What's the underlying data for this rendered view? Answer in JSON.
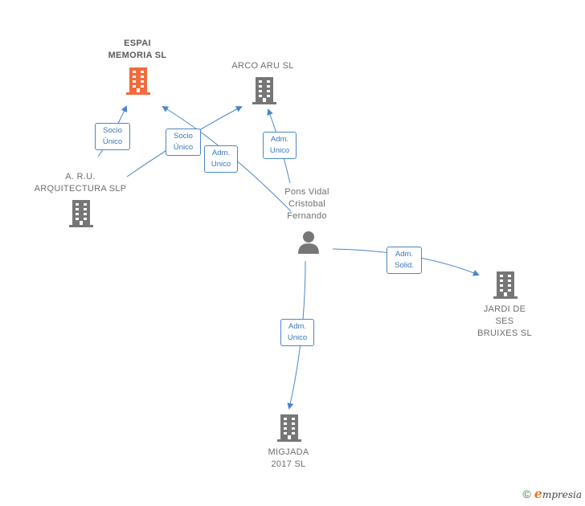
{
  "colors": {
    "accent": "#f26a3d",
    "building": "#767676",
    "edge": "#4a86c8",
    "label": "#6d6d6d"
  },
  "nodes": {
    "espai": {
      "label": "ESPAI\nMEMORIA  SL",
      "icon": "building-icon"
    },
    "arco": {
      "label": "ARCO ARU SL",
      "icon": "building-icon"
    },
    "aru": {
      "label": "A. R.U.\nARQUITECTURA SLP",
      "icon": "building-icon"
    },
    "pons": {
      "label": "Pons Vidal\nCristobal\nFernando",
      "icon": "person-icon"
    },
    "jardi": {
      "label": "JARDI DE\nSES\nBRUIXES SL",
      "icon": "building-icon"
    },
    "migjada": {
      "label": "MIGJADA\n2017  SL",
      "icon": "building-icon"
    }
  },
  "edges": {
    "aru_espai": "Socio\nÚnico",
    "aru_arco": "Socio\nÚnico",
    "pons_espai": "Adm.\nUnico",
    "pons_arco": "Adm.\nUnico",
    "pons_jardi": "Adm.\nSolid.",
    "pons_migjada": "Adm.\nUnico"
  },
  "footer": {
    "copyright": "©",
    "brand_initial": "e",
    "brand_rest": "mpresia"
  }
}
